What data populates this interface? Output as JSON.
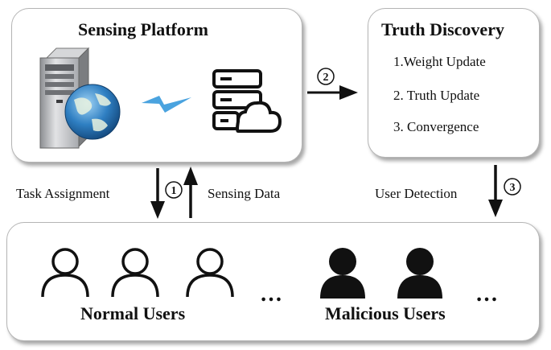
{
  "platform": {
    "title": "Sensing Platform"
  },
  "truth": {
    "title": "Truth Discovery",
    "steps": [
      "1.Weight Update",
      "2. Truth Update",
      "3. Convergence"
    ]
  },
  "flows": {
    "task_assignment": "Task Assignment",
    "sensing_data": "Sensing Data",
    "user_detection": "User Detection"
  },
  "markers": {
    "one": "1",
    "two": "2",
    "three": "3"
  },
  "users": {
    "normal_label": "Normal Users",
    "malicious_label": "Malicious Users",
    "ellipsis": "…"
  },
  "colors": {
    "arrow": "#111111",
    "box_border": "#b5b5b5",
    "globe": "#2f7fc2",
    "spark": "#4aa3df"
  }
}
